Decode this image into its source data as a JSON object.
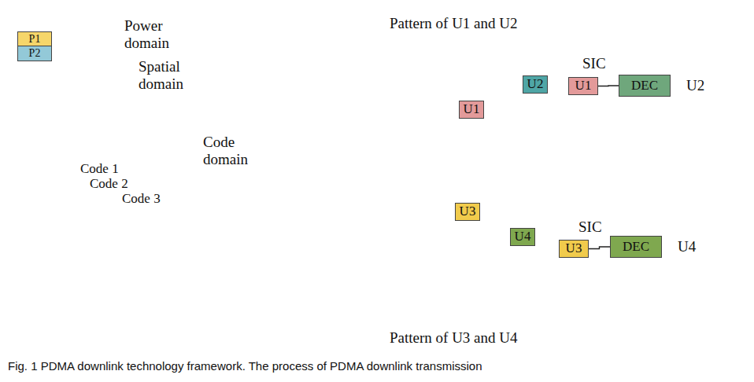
{
  "diagram": {
    "caption": "Fig. 1 PDMA downlink technology framework. The process of PDMA downlink transmission",
    "nodes": [
      {
        "text": [
          "P1"
        ]
      },
      {
        "text": [
          "P2"
        ]
      },
      {
        "text": [
          "Pattern of U1 and U2"
        ]
      },
      {
        "text": [
          "U1"
        ],
        "in": 2
      },
      {
        "text": [
          "DEC"
        ],
        "in": 2
      },
      {
        "text": [
          "U2"
        ],
        "in": 2
      },
      {
        "text": [
          "U1"
        ],
        "in": 2
      },
      {
        "text": [
          "Pattern of U3 and U4"
        ]
      },
      {
        "text": [
          "U3"
        ],
        "in": 7
      },
      {
        "text": [
          "U4"
        ],
        "in": 7
      },
      {
        "text": [
          "U3"
        ],
        "in": 7
      },
      {
        "text": [
          "DEC"
        ],
        "in": 7
      }
    ],
    "edges": [
      {
        "from": 3,
        "to": 4,
        "arrow": "none"
      },
      {
        "from": 10,
        "to": 11,
        "arrow": "none"
      }
    ],
    "labels": [
      "Power domain",
      "Spatial domain",
      "Code domain",
      "Code 1",
      "Code 2",
      "Code 3",
      "SIC",
      "U2",
      "SIC",
      "U4"
    ]
  }
}
